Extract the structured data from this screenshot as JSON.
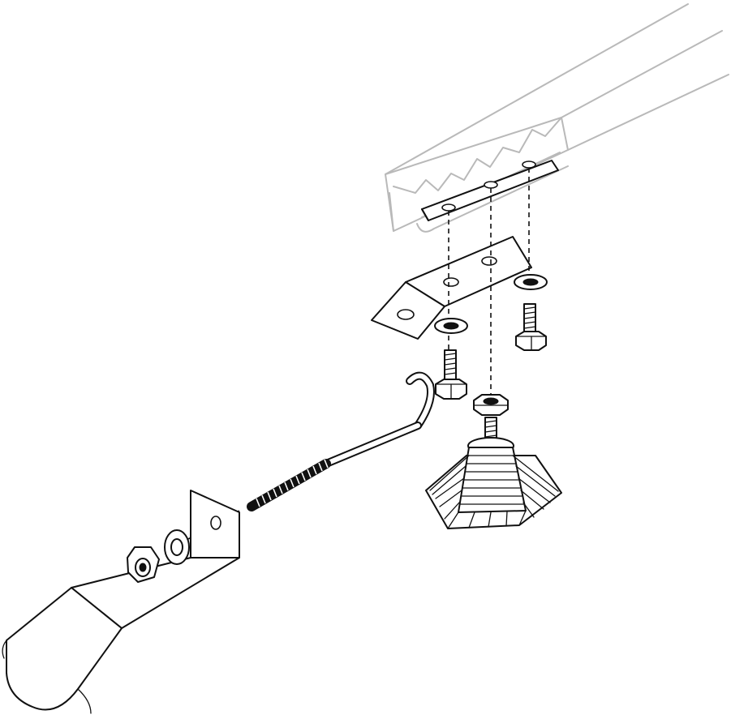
{
  "diagram": {
    "kind": "exploded-assembly-line-drawing",
    "colors": {
      "line": "#111111",
      "ghost_line": "#b9b9b9",
      "background": "#ffffff"
    },
    "parts": [
      "rail-channel",
      "mounting-plate",
      "angle-bracket",
      "washer",
      "hex-bolt",
      "hex-nut",
      "leveling-foot",
      "j-hook-rod",
      "hook-clamp"
    ]
  }
}
